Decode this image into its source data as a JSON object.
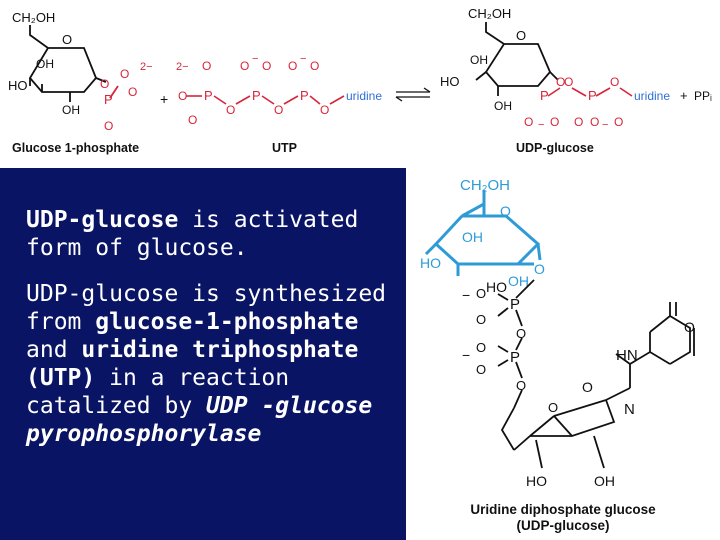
{
  "reaction": {
    "g1p_name": "Glucose 1-phosphate",
    "utp_name": "UTP",
    "udpg_name": "UDP-glucose",
    "ch2oh": "CH₂OH",
    "o": "O",
    "oh": "OH",
    "ho": "HO",
    "p": "P",
    "charge_2minus": "2−",
    "minus": "−",
    "plus": "+",
    "uridine": "uridine",
    "ppi": "PPᵢ"
  },
  "panel": {
    "p1_bold": "UDP-glucose",
    "p1_rest": " is activated form of glucose.",
    "p2_a": "UDP-glucose is synthesized from ",
    "p2_b_bold": "glucose-1-phosphate",
    "p2_c": " and ",
    "p2_d_bold": "uridine triphosphate (UTP)",
    "p2_e": " in a reaction catalized by ",
    "p2_f_bi": "UDP -glucose pyrophosphorylase"
  },
  "structure": {
    "ch2oh": "CH₂OH",
    "o": "O",
    "oh": "OH",
    "ho": "HO",
    "hn": "HN",
    "n": "N",
    "p": "P",
    "minus": "−",
    "caption_line1": "Uridine diphosphate glucose",
    "caption_line2": "(UDP-glucose)"
  },
  "colors": {
    "panel_bg": "#0a1464",
    "glucose_blue": "#2e9bd6",
    "phosphate_red": "#d6263a",
    "uridine_blue": "#2e6fd6",
    "black": "#111111"
  }
}
